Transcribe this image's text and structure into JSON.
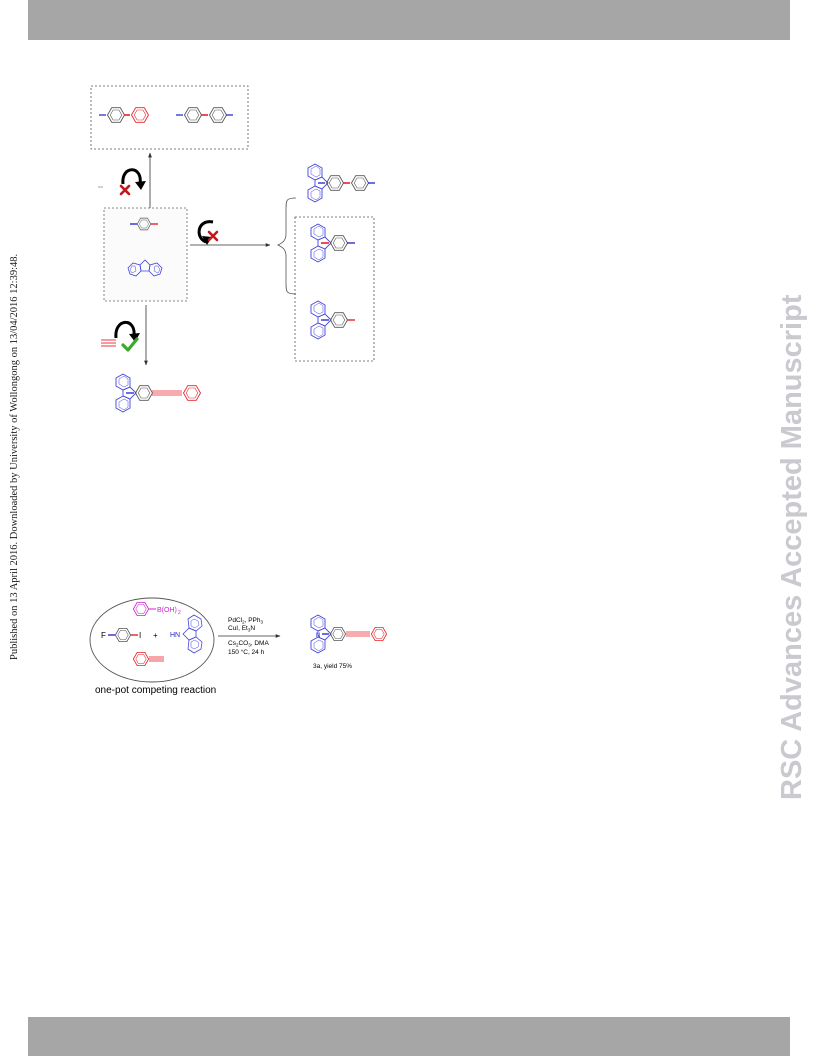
{
  "page": {
    "published_stamp": "Published on 13 April 2016. Downloaded by University of Wollongong on 13/04/2016 12:39:48.",
    "watermark": "RSC Advances Accepted Manuscript"
  },
  "scheme1": {
    "structures": [
      "biphenyl-product",
      "quaterphenyl-product",
      "fluorophenyl-reactant",
      "carbazole-reactant",
      "carbazolyl-terphenyl-product",
      "carbazolyl-biphenyl-product-red",
      "carbazolyl-biphenyl-product-blue",
      "carbazolyl-diphenylacetylene-product"
    ],
    "icons": [
      "curved-arrow-icon",
      "cross-icon",
      "check-icon"
    ]
  },
  "scheme2": {
    "boronic_label": "B(OH)",
    "boronic_sub": "2",
    "fluoro_label": "F",
    "iodo_label": "I",
    "plus": "+",
    "nh_label": "HN",
    "caption": "one-pot competing reaction",
    "cond1_a": "PdCl",
    "cond1_a_sub": "2",
    "cond1_b": ", PPh",
    "cond1_b_sub": "3",
    "cond2_a": "CuI, Et",
    "cond2_a_sub": "3",
    "cond2_b": "N",
    "cond3_a": "Cs",
    "cond3_a_sub": "2",
    "cond3_b": "CO",
    "cond3_b_sub": "3",
    "cond3_c": ", DMA",
    "cond4": "150 °C, 24 h",
    "product_n_label": "N",
    "product_caption": "3a, yield 75%"
  },
  "colors": {
    "accent_red": "#e8222a",
    "accent_blue": "#1e1ec8",
    "ring_blue": "#4444dd",
    "boronic_magenta": "#cc22cc",
    "bar_gray": "#a6a6a6",
    "watermark_gray": "#c9c9cf",
    "check_green": "#3aaa2a"
  }
}
